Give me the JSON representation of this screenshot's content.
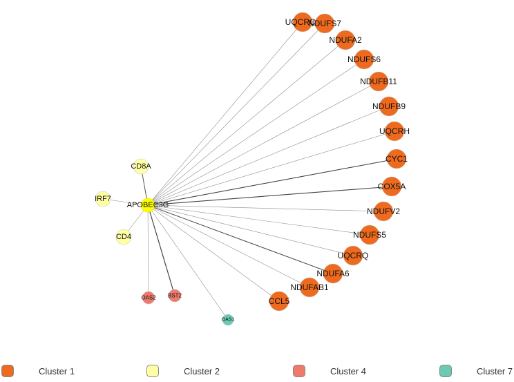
{
  "network": {
    "hub": {
      "label": "APOBEC3G",
      "cluster": "Cluster 2"
    },
    "nodes": [
      {
        "label": "UQCRC1",
        "cluster": "Cluster 1"
      },
      {
        "label": "NDUFS7",
        "cluster": "Cluster 1"
      },
      {
        "label": "NDUFA2",
        "cluster": "Cluster 1"
      },
      {
        "label": "NDUFS6",
        "cluster": "Cluster 1"
      },
      {
        "label": "NDUFB11",
        "cluster": "Cluster 1"
      },
      {
        "label": "NDUFB9",
        "cluster": "Cluster 1"
      },
      {
        "label": "UQCRH",
        "cluster": "Cluster 1"
      },
      {
        "label": "CYC1",
        "cluster": "Cluster 1"
      },
      {
        "label": "COX5A",
        "cluster": "Cluster 1"
      },
      {
        "label": "NDUFV2",
        "cluster": "Cluster 1"
      },
      {
        "label": "NDUFS5",
        "cluster": "Cluster 1"
      },
      {
        "label": "UQCRQ",
        "cluster": "Cluster 1"
      },
      {
        "label": "NDUFA6",
        "cluster": "Cluster 1"
      },
      {
        "label": "NDUFAB1",
        "cluster": "Cluster 1"
      },
      {
        "label": "CCL5",
        "cluster": "Cluster 1"
      },
      {
        "label": "CD8A",
        "cluster": "Cluster 2"
      },
      {
        "label": "IRF7",
        "cluster": "Cluster 2"
      },
      {
        "label": "CD4",
        "cluster": "Cluster 2"
      },
      {
        "label": "OAS2",
        "cluster": "Cluster 4"
      },
      {
        "label": "BST2",
        "cluster": "Cluster 4"
      },
      {
        "label": "OAS1",
        "cluster": "Cluster 7"
      }
    ]
  },
  "colors": {
    "Cluster 1": "#ee6a1e",
    "Cluster 2": "#ffffa6",
    "Cluster 4": "#ee7a6e",
    "Cluster 7": "#6ccab3",
    "hub": "#ffff00",
    "edge": "#8c8c8c"
  },
  "legend": [
    {
      "label": "Cluster 1",
      "color": "#ee6a1e"
    },
    {
      "label": "Cluster 2",
      "color": "#ffffa6"
    },
    {
      "label": "Cluster 4",
      "color": "#ee7a6e"
    },
    {
      "label": "Cluster 7",
      "color": "#6ccab3"
    }
  ]
}
